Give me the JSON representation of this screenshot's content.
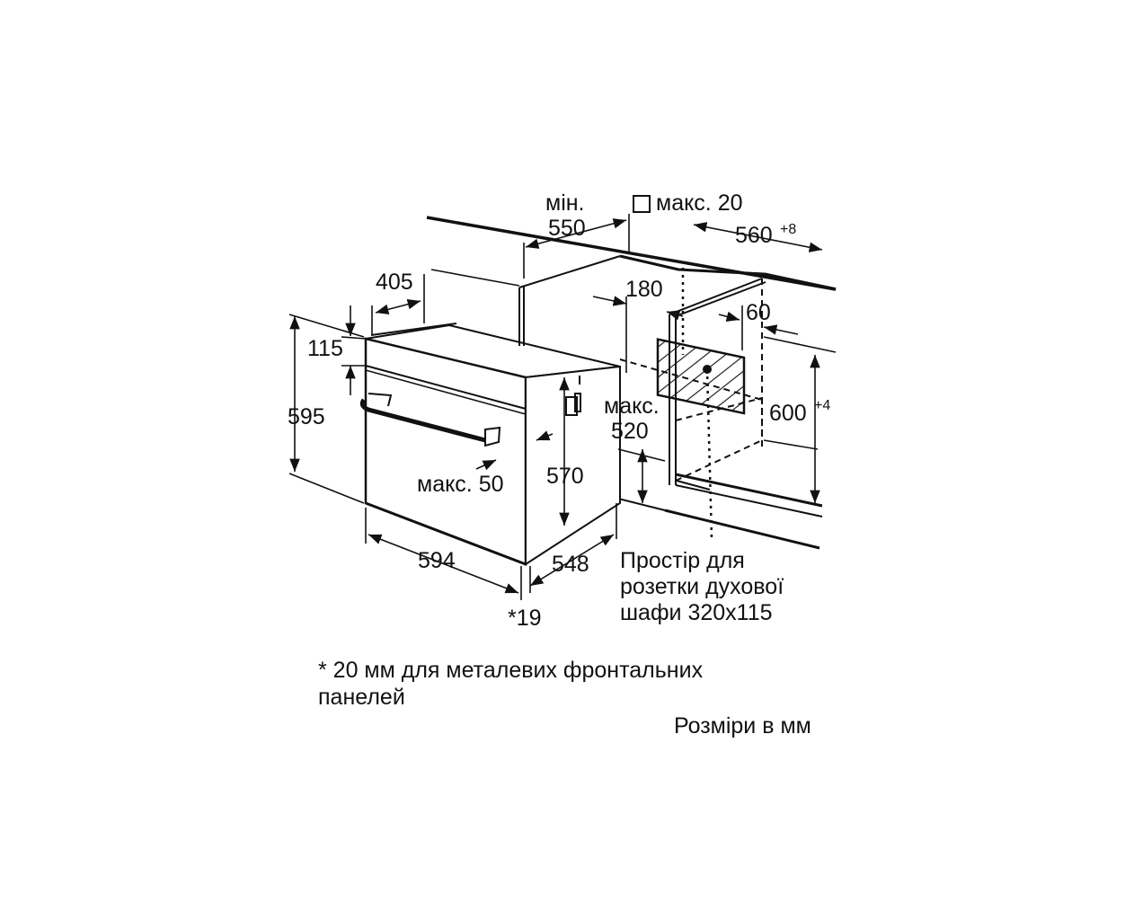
{
  "dimensions": {
    "min_label": "мін.",
    "min_value": "550",
    "max20": "макс. 20",
    "w560": "560",
    "w560_tol": "+8",
    "d405": "405",
    "d180": "180",
    "d60": "60",
    "h115": "115",
    "h595": "595",
    "max520_label": "макс.",
    "max520_value": "520",
    "h600": "600",
    "h600_tol": "+4",
    "max50": "макс. 50",
    "h570": "570",
    "w594": "594",
    "d548": "548",
    "star19": "*19"
  },
  "socket_note": {
    "line1": "Простір для",
    "line2": "розетки духової",
    "line3": "шафи 320x115"
  },
  "footnote": {
    "line1": "* 20 мм для металевих фронтальних",
    "line2": "панелей"
  },
  "units": "Розміри в мм",
  "colors": {
    "line": "#111111",
    "background": "#ffffff"
  }
}
